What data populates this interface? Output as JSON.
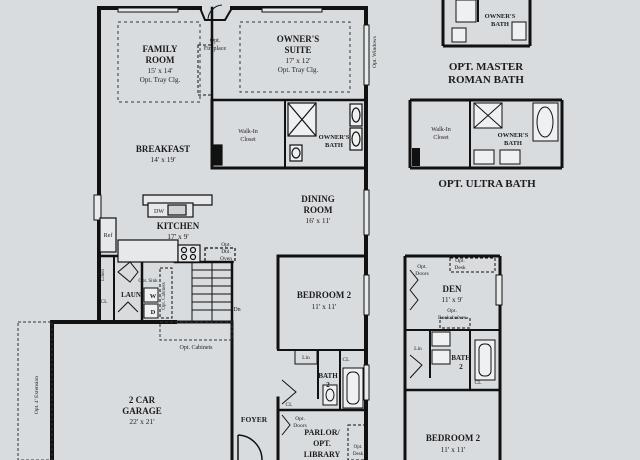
{
  "main_plan": {
    "family_room": {
      "name_line1": "FAMILY",
      "name_line2": "ROOM",
      "dims": "15' x 14'",
      "note": "Opt. Tray Clg."
    },
    "opt_fireplace": {
      "line1": "Opt.",
      "line2": "Fireplace"
    },
    "owners_suite": {
      "name_line1": "OWNER'S",
      "name_line2": "SUITE",
      "dims": "17' x 12'",
      "note": "Opt. Tray Clg."
    },
    "opt_windows": "Opt. Windows",
    "walk_in_closet": {
      "line1": "Walk-In",
      "line2": "Closet"
    },
    "owners_bath": {
      "line1": "OWNER'S",
      "line2": "BATH"
    },
    "breakfast": {
      "name": "BREAKFAST",
      "dims": "14' x 19'"
    },
    "dining_room": {
      "name_line1": "DINING",
      "name_line2": "ROOM",
      "dims": "16' x 11'"
    },
    "kitchen": {
      "name": "KITCHEN",
      "dims": "17' x 9'",
      "dw": "DW"
    },
    "opt_dbl_oven": {
      "line1": "Opt.",
      "line2": "Dbl.",
      "line3": "Oven"
    },
    "ref": "Ref",
    "linen": "Linen",
    "laun": "LAUN",
    "cl": "CL",
    "opt_sink": "Opt. Sink",
    "opt_cabinets_v": "Opt. Cabinets",
    "w": "W",
    "d": "D",
    "dn": "Dn",
    "opt_cabinets": "Opt. Cabinets",
    "bedroom2": {
      "name": "BEDROOM 2",
      "dims": "11' x 11'"
    },
    "lin": "Lin",
    "cl2": "CL",
    "bath2": {
      "line1": "BATH",
      "line2": "2"
    },
    "cl3": "CL",
    "garage": {
      "line1": "2 CAR",
      "line2": "GARAGE",
      "dims": "22' x 21'"
    },
    "opt_extension": "Opt. 4' Extension",
    "foyer": "FOYER",
    "opt_doors": {
      "line1": "Opt.",
      "line2": "Doors"
    },
    "parlor": {
      "line1": "PARLOR/",
      "line2": "OPT.",
      "line3": "LIBRARY"
    },
    "opt_desk": {
      "line1": "Opt.",
      "line2": "Desk"
    }
  },
  "opt_master_roman": {
    "bath_label_line1": "OWNER'S",
    "bath_label_line2": "BATH",
    "caption_line1": "OPT. MASTER",
    "caption_line2": "ROMAN BATH"
  },
  "opt_ultra": {
    "closet_line1": "Walk-In",
    "closet_line2": "Closet",
    "bath_line1": "OWNER'S",
    "bath_line2": "BATH",
    "caption": "OPT. ULTRA BATH"
  },
  "den_option": {
    "opt_doors": {
      "line1": "Opt.",
      "line2": "Doors"
    },
    "opt_desk": {
      "line1": "Opt.",
      "line2": "Desk"
    },
    "den": {
      "name": "DEN",
      "dims": "11' x 9'"
    },
    "opt_bookshelves": {
      "line1": "Opt.",
      "line2": "Bookshelves"
    },
    "lin": "Lin",
    "bath2": {
      "line1": "BATH",
      "line2": "2"
    },
    "cl": "CL",
    "bedroom2": {
      "name": "BEDROOM 2",
      "dims": "11' x 11'"
    }
  }
}
